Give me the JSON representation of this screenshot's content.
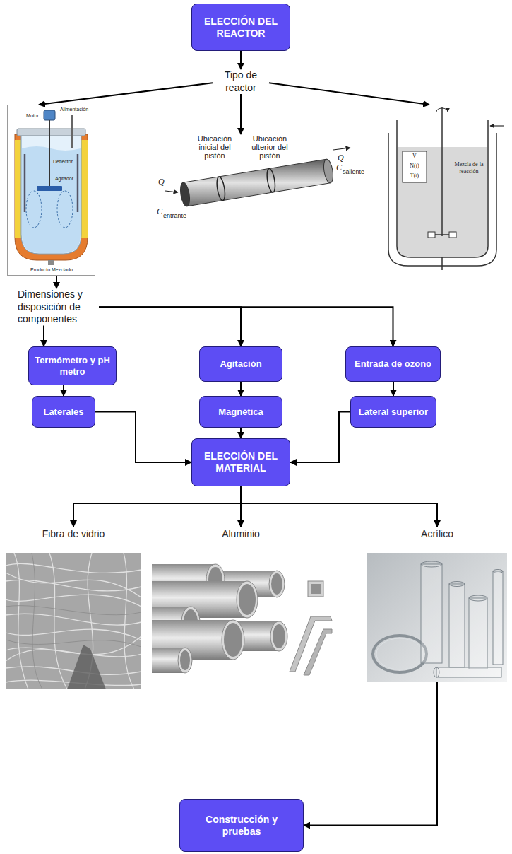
{
  "diagram": {
    "nodes": [
      {
        "text": [
          "ELECCIÓN DEL REACTOR"
        ]
      },
      {
        "text": [
          "Tipo de reactor"
        ]
      },
      {
        "text": [
          "Motor",
          "Alimentación",
          "Deflector",
          "Agitador",
          "Producto Mezclado"
        ]
      },
      {
        "text": [
          "Ubicación inicial del pistón",
          "Ubicación ulterior del pistón",
          "Q",
          "C",
          "entrante",
          "Q",
          "C",
          "saliente"
        ]
      },
      {
        "text": [
          "V",
          "N(t)",
          "T(t)",
          "Mezcla de la reacción"
        ]
      },
      {
        "text": [
          "Dimensiones y disposición de componentes"
        ]
      },
      {
        "text": [
          "Termómetro y pH metro"
        ]
      },
      {
        "text": [
          "Agitación"
        ]
      },
      {
        "text": [
          "Entrada de ozono"
        ]
      },
      {
        "text": [
          "Laterales"
        ]
      },
      {
        "text": [
          "Magnética"
        ]
      },
      {
        "text": [
          "Lateral superior"
        ]
      },
      {
        "text": [
          "ELECCIÓN DEL MATERIAL"
        ]
      },
      {
        "text": [
          "Fibra de vidrio"
        ]
      },
      {
        "text": [
          "Aluminio"
        ]
      },
      {
        "text": [
          "Acrílico"
        ]
      },
      {
        "text": [
          "Construcción y pruebas"
        ]
      }
    ],
    "edges": [
      {
        "from": 0,
        "to": 1,
        "arrow": "to"
      },
      {
        "from": 1,
        "to": 2,
        "arrow": "to"
      },
      {
        "from": 1,
        "to": 3,
        "arrow": "to"
      },
      {
        "from": 1,
        "to": 4,
        "arrow": "to"
      },
      {
        "from": 2,
        "to": 5,
        "arrow": "to"
      },
      {
        "from": 5,
        "to": 6,
        "arrow": "to"
      },
      {
        "from": 5,
        "to": 7,
        "arrow": "to"
      },
      {
        "from": 5,
        "to": 8,
        "arrow": "to"
      },
      {
        "from": 6,
        "to": 9,
        "arrow": "to"
      },
      {
        "from": 7,
        "to": 10,
        "arrow": "to"
      },
      {
        "from": 8,
        "to": 11,
        "arrow": "to"
      },
      {
        "from": 9,
        "to": 12,
        "arrow": "to"
      },
      {
        "from": 10,
        "to": 12,
        "arrow": "to"
      },
      {
        "from": 11,
        "to": 12,
        "arrow": "to"
      },
      {
        "from": 12,
        "to": 13,
        "arrow": "to"
      },
      {
        "from": 12,
        "to": 14,
        "arrow": "to"
      },
      {
        "from": 12,
        "to": 15,
        "arrow": "to"
      },
      {
        "from": 15,
        "to": 16,
        "arrow": "to"
      }
    ]
  }
}
